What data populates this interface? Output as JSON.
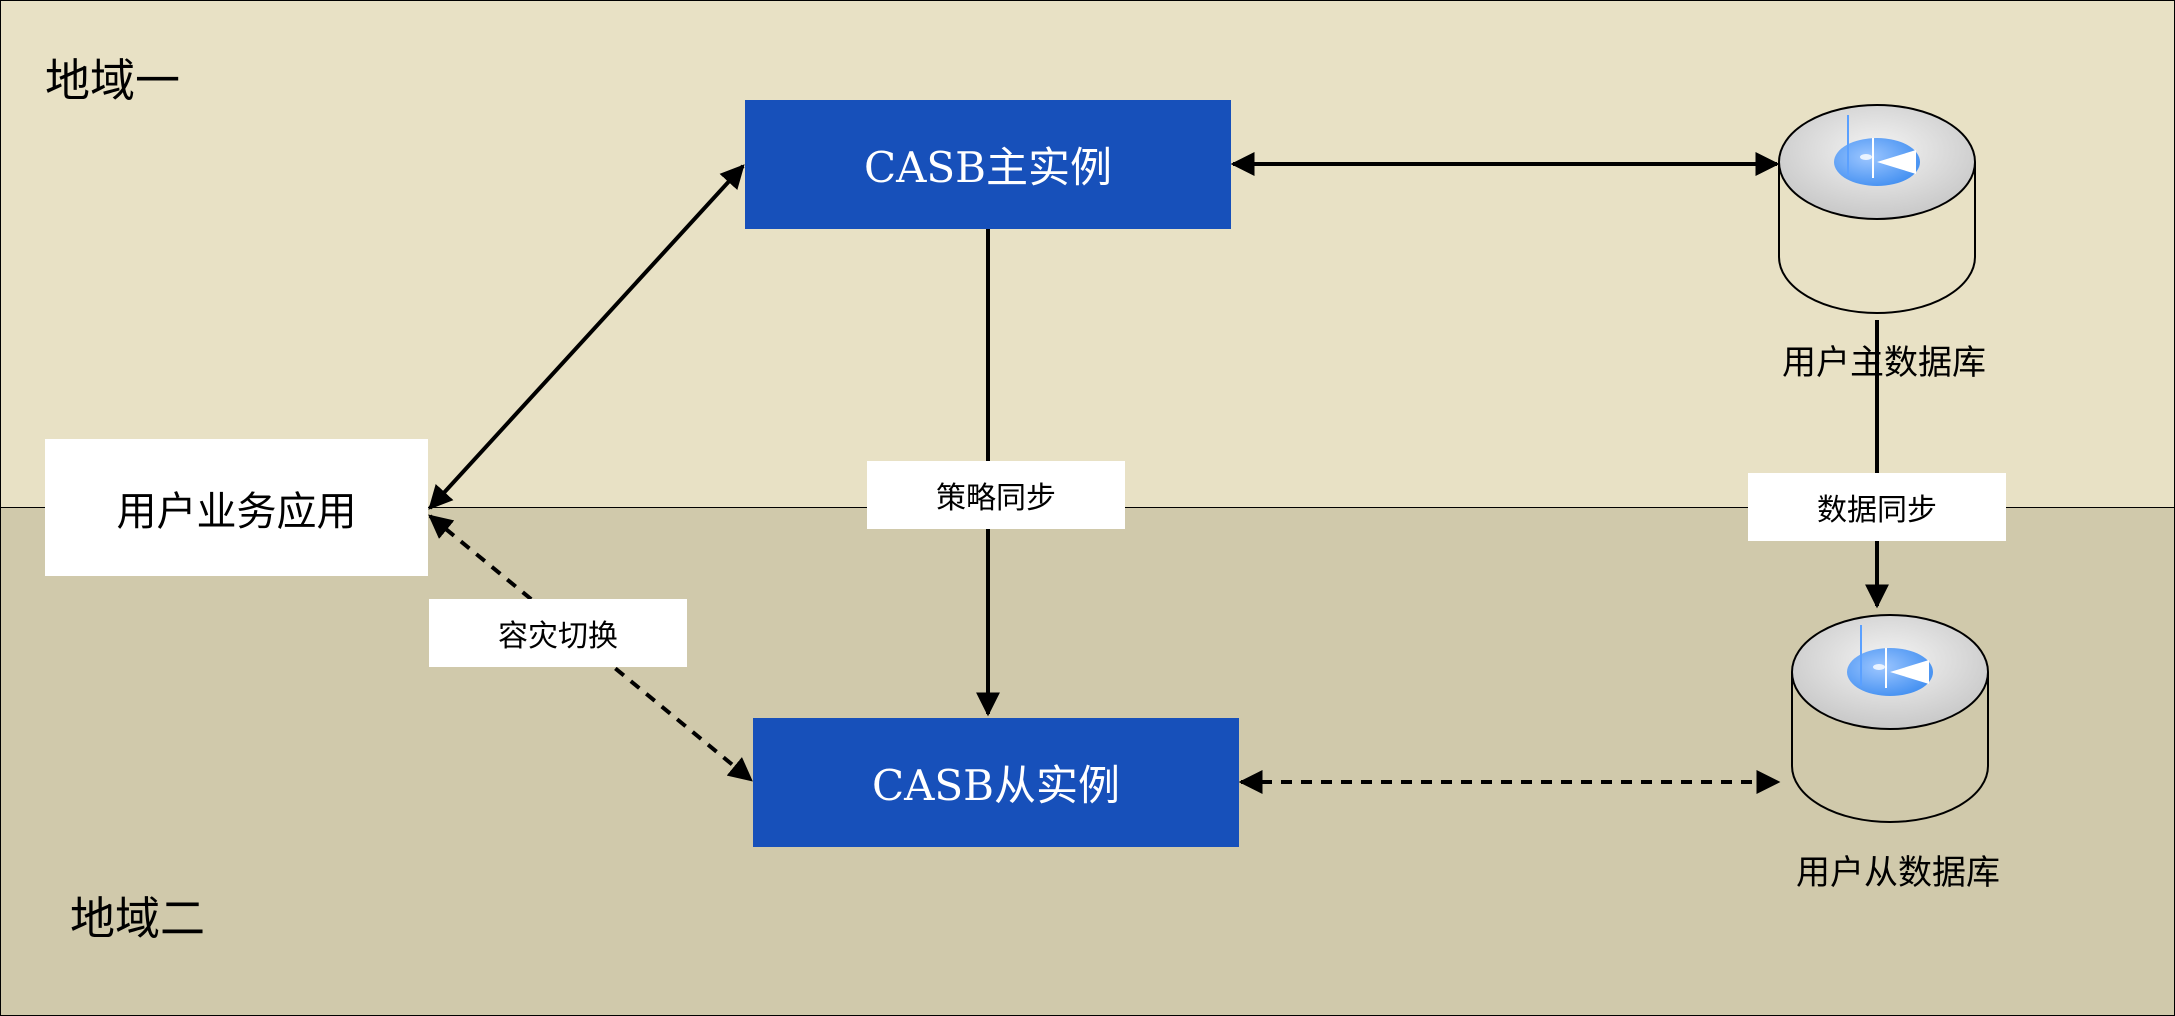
{
  "regions": {
    "region_1": {
      "label": "地域一",
      "color": "#e8e1c5"
    },
    "region_2": {
      "label": "地域二",
      "color": "#d0c9ab"
    }
  },
  "nodes": {
    "casb_primary": {
      "label": "CASB主实例",
      "color": "#1750ba"
    },
    "casb_secondary": {
      "label": "CASB从实例",
      "color": "#1750ba"
    },
    "user_app": {
      "label": "用户业务应用"
    },
    "db_primary": {
      "label": "用户主数据库",
      "icon": "database-icon"
    },
    "db_secondary": {
      "label": "用户从数据库",
      "icon": "database-icon"
    }
  },
  "edges": {
    "policy_sync": {
      "label": "策略同步",
      "style": "solid"
    },
    "data_sync": {
      "label": "数据同步",
      "style": "solid"
    },
    "failover": {
      "label": "容灾切换",
      "style": "dashed"
    },
    "primary_db_link": {
      "style": "solid"
    },
    "secondary_db_link": {
      "style": "dashed"
    },
    "app_primary_link": {
      "style": "solid"
    }
  }
}
